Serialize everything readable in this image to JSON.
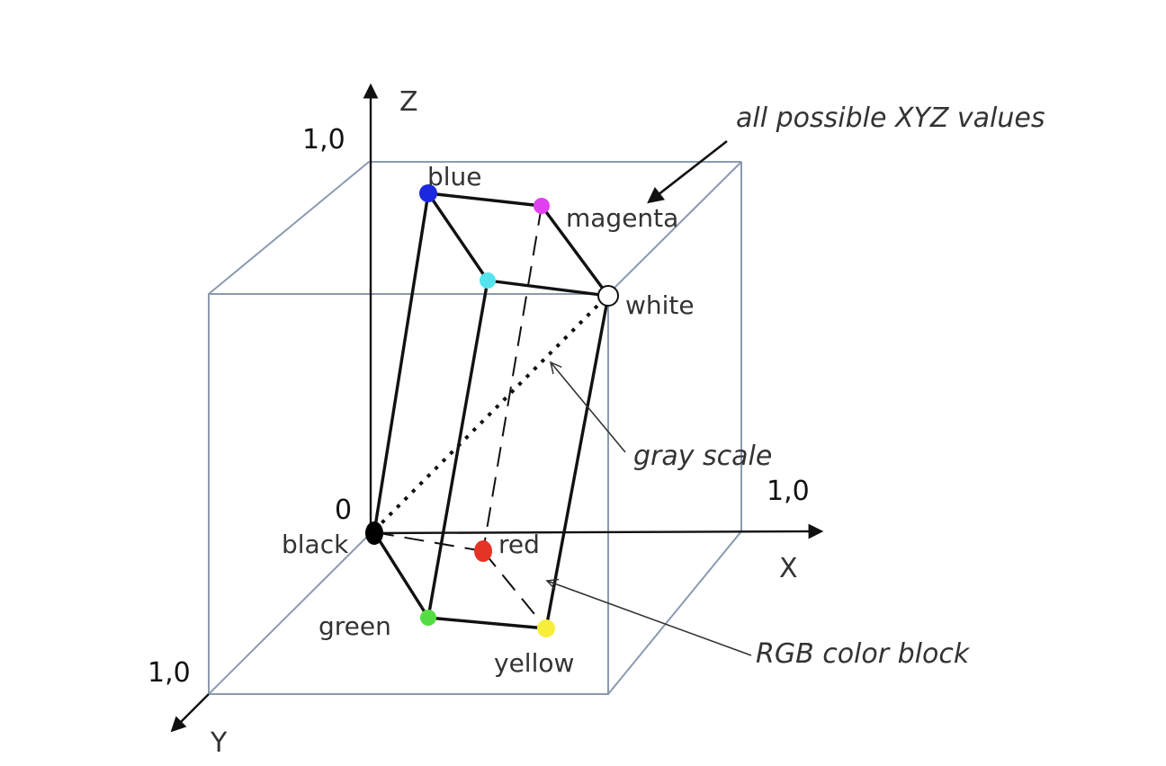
{
  "axes": {
    "x": "X",
    "y": "Y",
    "z": "Z",
    "origin": "0",
    "x_max": "1,0",
    "y_max": "1,0",
    "z_max": "1,0"
  },
  "vertices": {
    "black": {
      "label": "black",
      "color": "#000000"
    },
    "red": {
      "label": "red",
      "color": "#e53325"
    },
    "green": {
      "label": "green",
      "color": "#55dd44"
    },
    "yellow": {
      "label": "yellow",
      "color": "#f7ee3c"
    },
    "blue": {
      "label": "blue",
      "color": "#1a28e0"
    },
    "magenta": {
      "label": "magenta",
      "color": "#e040f0"
    },
    "cyan": {
      "label": "",
      "color": "#55e4ee"
    },
    "white": {
      "label": "white",
      "color": "#ffffff"
    }
  },
  "annotations": {
    "xyz_values": "all possible XYZ values",
    "gray_scale": "gray scale",
    "rgb_block": "RGB color block"
  },
  "colors": {
    "cube_edge": "#8a9ab0",
    "block_edge": "#111111"
  }
}
